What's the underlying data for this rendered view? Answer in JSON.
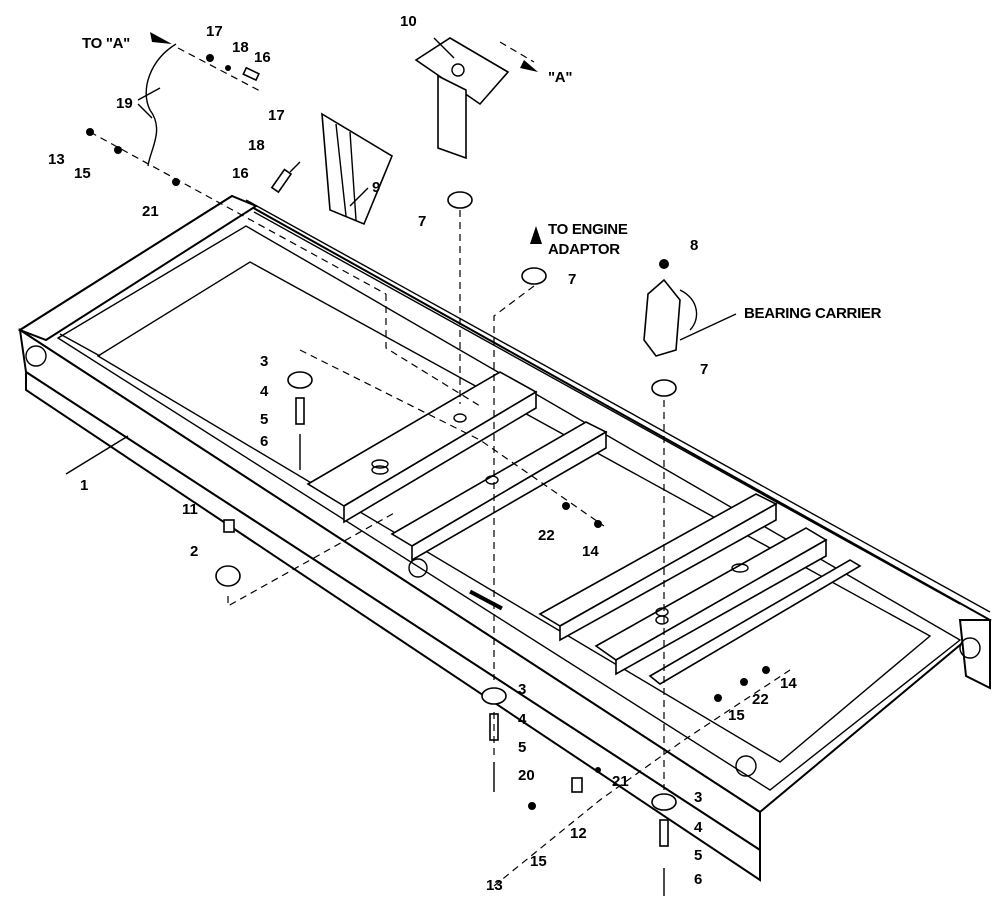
{
  "diagram": {
    "labels": {
      "to_a": "TO \"A\"",
      "a_ref": "\"A\"",
      "to_engine_line1": "TO ENGINE",
      "to_engine_line2": "ADAPTOR",
      "bearing_carrier": "BEARING CARRIER"
    },
    "callouts": {
      "c1": "1",
      "c2": "2",
      "c3a": "3",
      "c3b": "3",
      "c3c": "3",
      "c4a": "4",
      "c4b": "4",
      "c4c": "4",
      "c5a": "5",
      "c5b": "5",
      "c5c": "5",
      "c6a": "6",
      "c6b": "6",
      "c7a": "7",
      "c7b": "7",
      "c7c": "7",
      "c8": "8",
      "c9": "9",
      "c10": "10",
      "c11": "11",
      "c12": "12",
      "c13a": "13",
      "c13b": "13",
      "c14a": "14",
      "c14b": "14",
      "c15a": "15",
      "c15b": "15",
      "c15c": "15",
      "c16a": "16",
      "c16b": "16",
      "c17a": "17",
      "c17b": "17",
      "c18a": "18",
      "c18b": "18",
      "c19": "19",
      "c20": "20",
      "c21a": "21",
      "c21b": "21",
      "c22a": "22",
      "c22b": "22"
    }
  }
}
